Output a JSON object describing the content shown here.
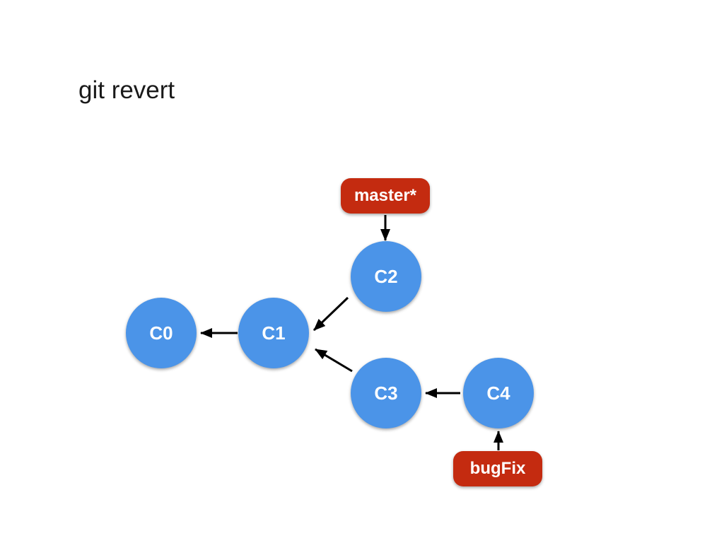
{
  "slide": {
    "title": "git revert"
  },
  "diagram": {
    "type": "git-commit-graph",
    "colors": {
      "slide_bg": "#ffffff",
      "node_fill": "#4b94e8",
      "node_text": "#ffffff",
      "branch_fill": "#c42b10",
      "branch_text": "#ffffff",
      "arrow": "#000000"
    },
    "nodes": [
      {
        "id": "C0",
        "label": "C0"
      },
      {
        "id": "C1",
        "label": "C1"
      },
      {
        "id": "C2",
        "label": "C2"
      },
      {
        "id": "C3",
        "label": "C3"
      },
      {
        "id": "C4",
        "label": "C4"
      }
    ],
    "branches": [
      {
        "label": "master*",
        "points_to": "C2"
      },
      {
        "label": "bugFix",
        "points_to": "C4"
      }
    ],
    "edges": [
      {
        "from": "C1",
        "to": "C0"
      },
      {
        "from": "C2",
        "to": "C1"
      },
      {
        "from": "C3",
        "to": "C1"
      },
      {
        "from": "C4",
        "to": "C3"
      },
      {
        "from": "master*",
        "to": "C2"
      },
      {
        "from": "bugFix",
        "to": "C4"
      }
    ]
  }
}
